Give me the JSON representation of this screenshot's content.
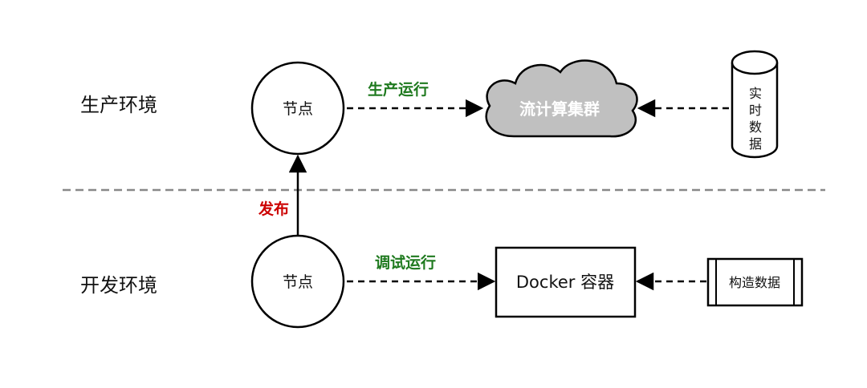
{
  "environments": {
    "production": "生产环境",
    "development": "开发环境"
  },
  "nodes": {
    "prod_node": "节点",
    "dev_node": "节点"
  },
  "edges": {
    "prod_run": "生产运行",
    "debug_run": "调试运行",
    "publish": "发布"
  },
  "cloud": {
    "label": "流计算集群"
  },
  "realtime_data": {
    "chars": [
      "实",
      "时",
      "数",
      "据"
    ]
  },
  "docker": {
    "label": "Docker 容器"
  },
  "construct_data": {
    "label": "构造数据"
  },
  "colors": {
    "green_label": "#1f7a1f",
    "red_label": "#cc0000",
    "cloud_fill": "#c0c0c0",
    "divider": "#888888"
  }
}
